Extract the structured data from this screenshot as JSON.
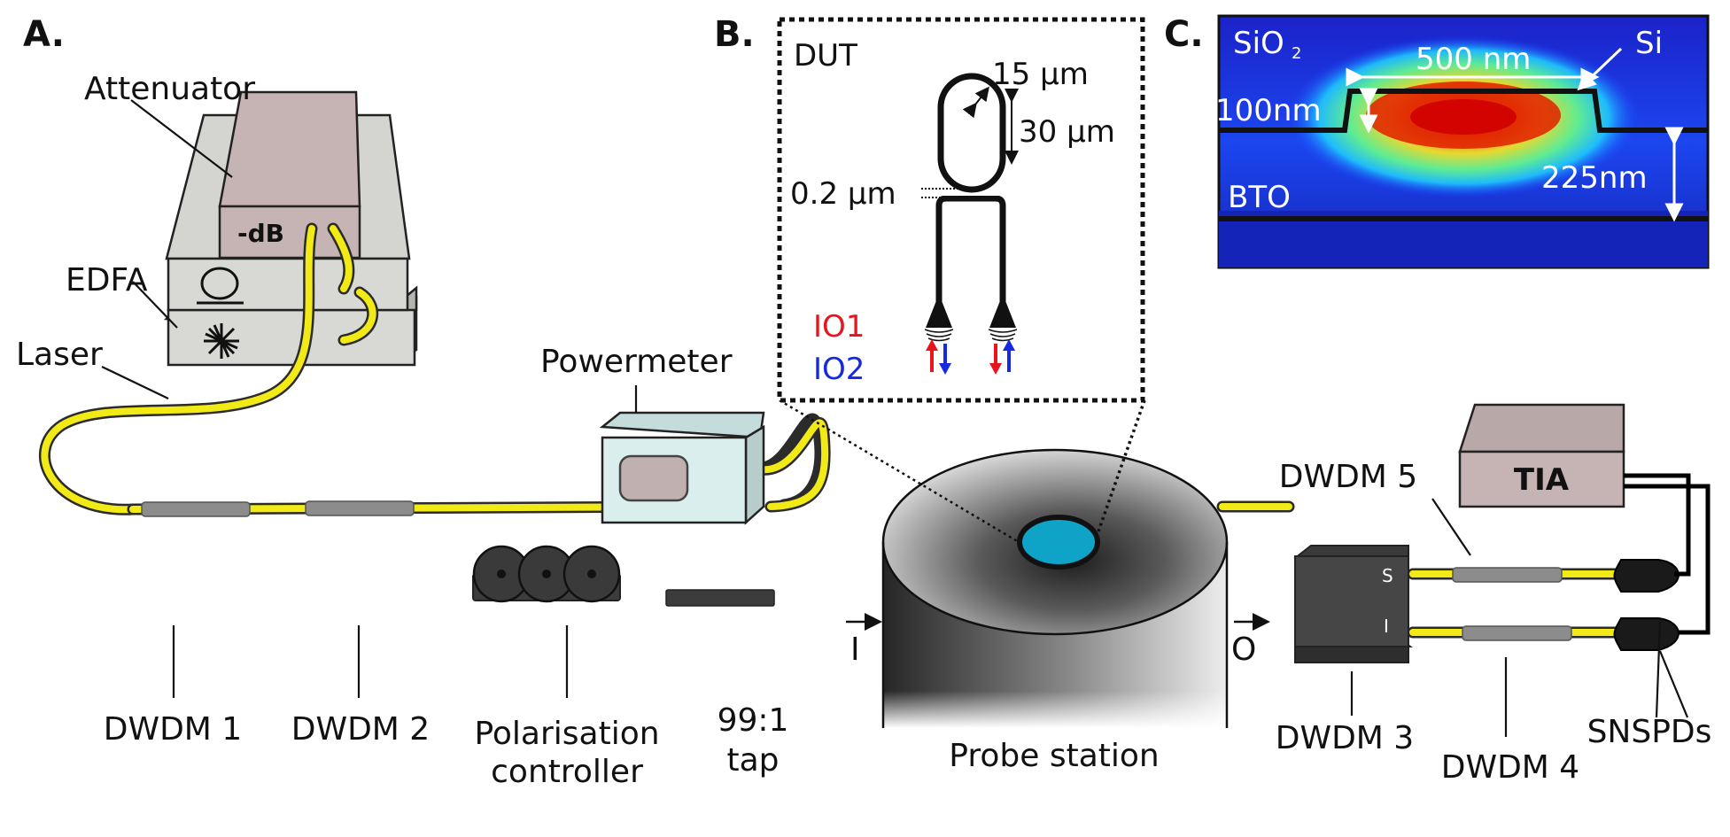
{
  "panels": {
    "a": "A.",
    "b": "B.",
    "c": "C."
  },
  "setup": {
    "attenuator": "Attenuator",
    "attenuator_face": "-dB",
    "edfa": "EDFA",
    "laser": "Laser",
    "powermeter": "Powermeter",
    "dwdm1": "DWDM 1",
    "dwdm2": "DWDM 2",
    "polarisation_line1": "Polarisation",
    "polarisation_line2": "controller",
    "tap_line1": "99:1",
    "tap_line2": "tap",
    "probe_station": "Probe station",
    "input_port": "I",
    "output_port": "O",
    "dwdm3": "DWDM 3",
    "dwdm4": "DWDM 4",
    "dwdm5": "DWDM 5",
    "tia": "TIA",
    "snspds": "SNSPDs",
    "signal_port": "S",
    "idler_port": "I"
  },
  "dut": {
    "title": "DUT",
    "radius": "15 μm",
    "length": "30 μm",
    "gap": "0.2 μm",
    "io1": "IO1",
    "io2": "IO2",
    "io1_color": "#e8141e",
    "io2_color": "#1429e0"
  },
  "cross_section": {
    "cladding": "SiO",
    "cladding_sub": "2",
    "core": "Si",
    "width": "500 nm",
    "core_height": "100nm",
    "bto_thickness": "225nm",
    "bto": "BTO"
  },
  "colors": {
    "fiber": "#f2ea17",
    "device_gray": "#d8d8d4",
    "attenuator": "#c6b4b4",
    "tia": "#c6b4b4",
    "powermeter": "#daeeee",
    "probe_spot": "#0fa3c8",
    "dark_device": "#3c3c3c"
  }
}
